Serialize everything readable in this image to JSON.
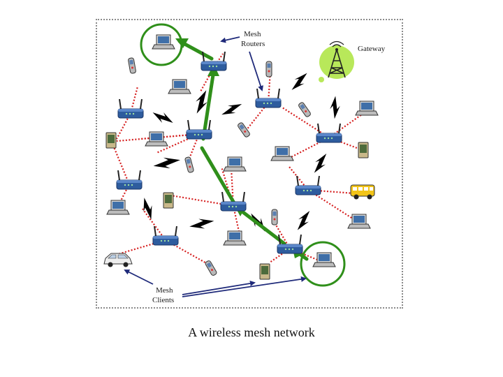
{
  "labels": {
    "mesh_routers": [
      "Mesh",
      "Routers"
    ],
    "gateway": "Gateway",
    "mesh_clients": [
      "Mesh",
      "Clients"
    ]
  },
  "caption": "A wireless mesh network",
  "colors": {
    "client_link": "#d62020",
    "highlight_path": "#2f8f1a",
    "router_body": "#2e5c9e",
    "wireless_bolt": "#000000",
    "gateway_glow": "#b8e85a",
    "annotation_arrow": "#1f2a7a"
  },
  "icons": [
    "router-icon",
    "laptop-icon",
    "pda-icon",
    "phone-icon",
    "gateway-tower-icon",
    "bus-icon",
    "car-icon"
  ]
}
